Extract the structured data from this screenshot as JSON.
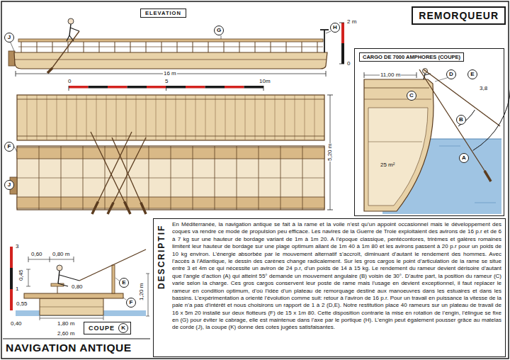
{
  "diagram": {
    "title": "NAVIGATION ANTIQUE",
    "nodes": [
      {
        "text": [
          "REMORQUEUR"
        ]
      },
      {
        "text": [
          "ELEVATION"
        ]
      },
      {
        "text": [
          "J"
        ]
      },
      {
        "text": [
          "G"
        ]
      },
      {
        "text": [
          "H"
        ]
      },
      {
        "text": [
          "F"
        ]
      },
      {
        "text": [
          "J"
        ]
      },
      {
        "text": [
          "CARGO DE 7000 AMPHORES (COUPE)"
        ]
      },
      {
        "text": [
          "C"
        ],
        "in": 7
      },
      {
        "text": [
          "D"
        ],
        "in": 7
      },
      {
        "text": [
          "E"
        ],
        "in": 7
      },
      {
        "text": [
          "B"
        ],
        "in": 7
      },
      {
        "text": [
          "A"
        ],
        "in": 7
      },
      {
        "text": [
          "E"
        ]
      },
      {
        "text": [
          "F"
        ]
      },
      {
        "text": [
          "COUPE"
        ]
      },
      {
        "text": [
          "K"
        ],
        "in": 15
      },
      {
        "text": [
          "DESCRIPTIF",
          "En Méditerranée, la navigation antique se fait à la rame et la voile n’est qu’un appoint occasionnel mais le développement des coques va rendre ce mode de propulsion peu efficace. Les navires de la Guerre de Troie exploitaient des avirons de 16 p.r et de 6 à 7 kg sur une hauteur de bordage variant de 1m à 1m 20. A l’époque classique, pentécontores, trirèmes et galères romaines limitent leur hauteur de bordage sur une plage optimum allant de 1m 40 à 1m 80 et les avirons passent à 20 p.r pour un poids de 10 kg environ. L’énergie absorbée par le mouvement alternatif s’accroît, diminuant d’autant le rendement des hommes. Avec l’accès à l’Atlantique, le dessin des carènes change radicalement. Sur les gros cargos le point d’articulation de la rame se situe entre 3 et 4m ce qui nécessite un aviron de 24 p.r, d’un poids de 14 à 15 kg. Le rendement du rameur devient dérisoire d’autant que l’angle d’action (A) qui atteint 55° demande un mouvement angulaire (B) voisin de 30°. D’autre part, la position du rameur (C) varie selon la charge. Ces gros cargos conservent leur poste de rame mais l’usage en devient exceptionnel, il faut replacer le rameur en condition optimum, d’où l’idée d’un plateau de remorquage destiné aux manoeuvres dans les estuaires et dans les bassins. L’expérimentation a orienté l’évolution comme suit: retour à l’aviron de 16 p.r. Pour un travail en puissance la vitesse de la pale n’a pas d’intérêt et nous choisirons un rapport de 1 à 2 (D,E). Notre restitution place 40 rameurs sur un plateau de travail de 16 x 5m 20 installé sur deux flotteurs (F) de 15 x 1m 80. Cette disposition contrarie la mise en rotation de l’engin, l’élingue se fixe en (G) pour éviter le cabrage, elle est maintenue dans l’axe par le portique (H). L’engin peut également pousser grâce au matelas de corde (J), la coupe (K) donne des cotes jugées satisfaisantes."
        ]
      }
    ],
    "labels": [
      "2 m",
      "0",
      "16 m",
      "0",
      "5",
      "10m",
      "5,20 m",
      "11,00 m",
      "3,8",
      "25 m²",
      "0,60",
      "0,80 m",
      "3",
      "0,45",
      "0,80",
      "0,55",
      "1",
      "1,20 m",
      "0,40",
      "1,80 m",
      "2,60 m"
    ]
  }
}
